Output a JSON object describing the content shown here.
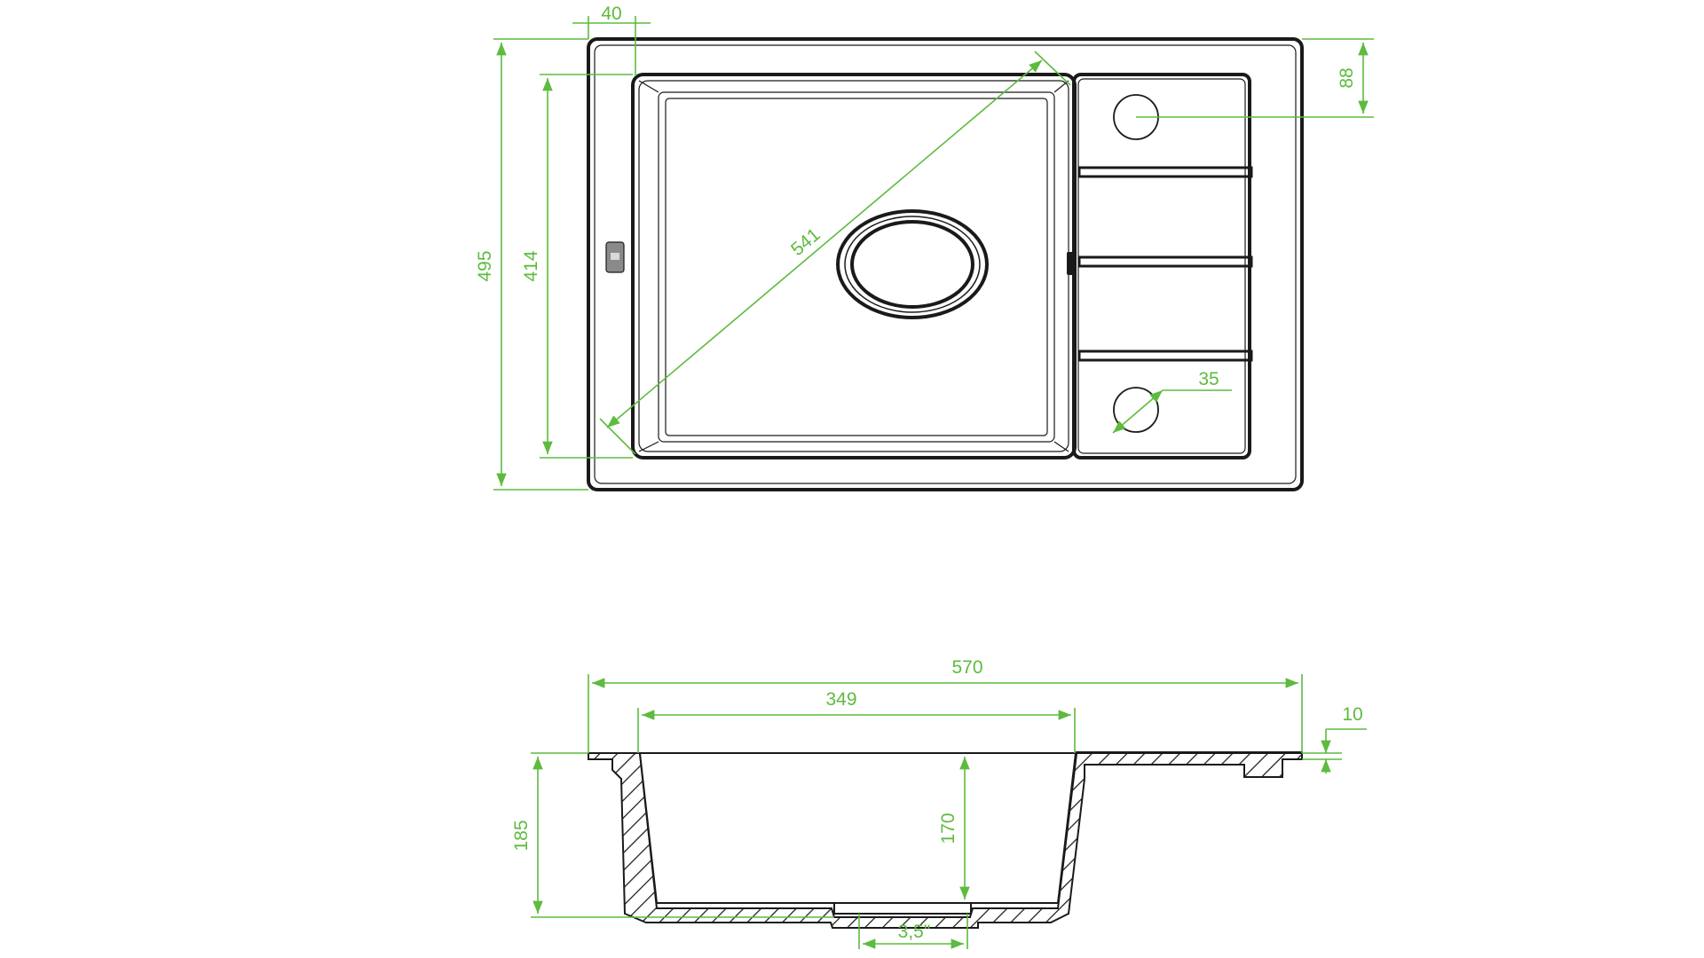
{
  "colors": {
    "dimension": "#5dbb3e",
    "outline": "#1a1a1a",
    "background": "#ffffff"
  },
  "top_view": {
    "dim_tap_offset": "40",
    "dim_total_depth": "495",
    "dim_bowl_depth": "414",
    "dim_diagonal": "541",
    "dim_hole_offset": "88",
    "dim_hole_diameter": "35"
  },
  "section_view": {
    "dim_total_width": "570",
    "dim_bowl_width": "349",
    "dim_thickness": "10",
    "dim_total_height": "185",
    "dim_bowl_height": "170",
    "dim_drain": "3,5\""
  }
}
